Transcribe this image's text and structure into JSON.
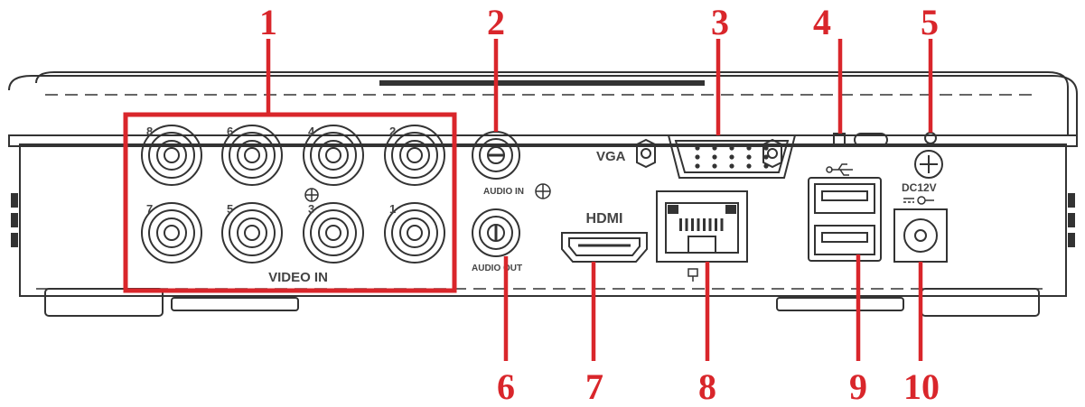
{
  "callouts": [
    "1",
    "2",
    "3",
    "4",
    "5",
    "6",
    "7",
    "8",
    "9",
    "10"
  ],
  "labels": {
    "video_in": "VIDEO IN",
    "audio_in": "AUDIO IN",
    "audio_out": "AUDIO OUT",
    "vga": "VGA",
    "hdmi": "HDMI",
    "dc": "DC12V"
  },
  "bnc_numbers": {
    "top": [
      "8",
      "6",
      "4",
      "2"
    ],
    "bottom": [
      "7",
      "5",
      "3",
      "1"
    ]
  },
  "colors": {
    "callout": "#d9262b",
    "outline": "#333333"
  }
}
